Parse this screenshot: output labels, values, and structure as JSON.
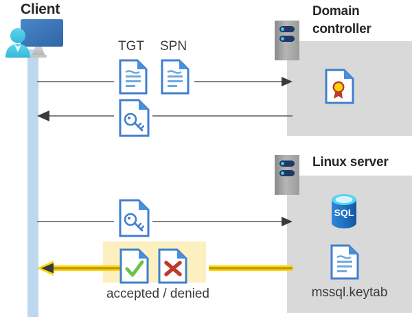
{
  "diagram": {
    "title_hidden": "",
    "actors": {
      "client": {
        "label": "Client",
        "icon": "user-computer-icon"
      },
      "domain_controller": {
        "label": "Domain\ncontroller",
        "label_line1": "Domain",
        "label_line2": "controller",
        "icon": "server-rack-icon"
      },
      "linux_server": {
        "label": "Linux server",
        "icon": "server-rack-icon"
      }
    },
    "labels": {
      "tgt": "TGT",
      "spn": "SPN",
      "accepted_denied": "accepted / denied",
      "keytab": "mssql.keytab"
    },
    "icons": {
      "tgt_doc": "document-icon",
      "spn_doc": "document-icon",
      "ticket_key_doc": "document-key-icon",
      "service_ticket_doc": "document-key-icon",
      "accepted_doc": "document-check-icon",
      "denied_doc": "document-x-icon",
      "certificate_doc": "document-certificate-icon",
      "sql_database": "sql-database-icon",
      "keytab_doc": "document-icon"
    },
    "messages": [
      {
        "id": "msg-1",
        "from": "client",
        "to": "domain_controller",
        "direction": "right",
        "style": "thin-gray",
        "payload": [
          "TGT",
          "SPN"
        ]
      },
      {
        "id": "msg-2",
        "from": "domain_controller",
        "to": "client",
        "direction": "left",
        "style": "thin-gray",
        "payload": [
          "service-ticket"
        ]
      },
      {
        "id": "msg-3",
        "from": "client",
        "to": "linux_server",
        "direction": "right",
        "style": "thin-gray",
        "payload": [
          "service-ticket"
        ]
      },
      {
        "id": "msg-4",
        "from": "linux_server",
        "to": "client",
        "direction": "left",
        "style": "thick-gold",
        "payload": [
          "accepted",
          "denied"
        ]
      }
    ],
    "colors": {
      "panel_gray": "#d9d9d9",
      "server_gray": "#b5b5b5",
      "server_pill_navy": "#1f3864",
      "server_pill_dot": "#3ec8f0",
      "lifeline_blue": "#bdd7ee",
      "doc_blue": "#3f7fd0",
      "doc_fold_blue": "#4a8ede",
      "arrow_gray": "#595959",
      "arrow_gold": "#ffd400",
      "arrow_gold_dark": "#c9a200",
      "highlight_yellow": "#fdf0c0",
      "check_green": "#6cc24a",
      "cross_red": "#c0392b",
      "cert_gold": "#ffd400",
      "cert_red": "#c0392b",
      "sql_blue": "#1f6fc0",
      "sql_top_cyan": "#57d3f0",
      "monitor_blue": "#3c78b4",
      "person_cyan": "#3ec8e8",
      "text_dark": "#262626"
    }
  }
}
